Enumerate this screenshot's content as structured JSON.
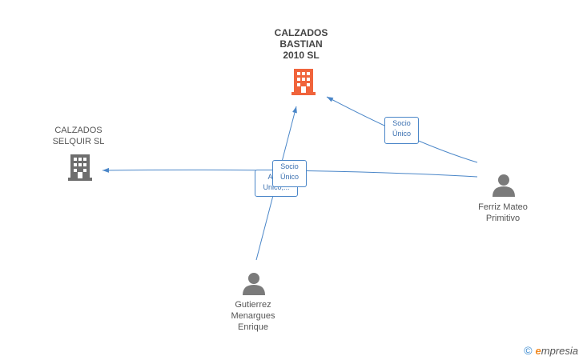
{
  "nodes": {
    "bastian": {
      "label": "CALZADOS\nBASTIAN\n2010 SL",
      "color": "#f0643c"
    },
    "selquir": {
      "label": "CALZADOS\nSELQUIR  SL",
      "color": "#6e6e6e"
    },
    "ferriz": {
      "label": "Ferriz Mateo\nPrimitivo",
      "color": "#7a7a7a"
    },
    "gutierrez": {
      "label": "Gutierrez\nMenargues\nEnrique",
      "color": "#7a7a7a"
    }
  },
  "edges": {
    "ferriz_bastian": {
      "label": "Socio\nÚnico"
    },
    "gutierrez_bastian": {
      "label": "Socio\nÚnico"
    },
    "ferriz_selquir": {
      "label": "Adm.\nUnico,..."
    }
  },
  "colors": {
    "edge": "#4a86c8"
  },
  "footer": {
    "copyright": "©",
    "brand_first": "e",
    "brand_rest": "mpresia"
  }
}
